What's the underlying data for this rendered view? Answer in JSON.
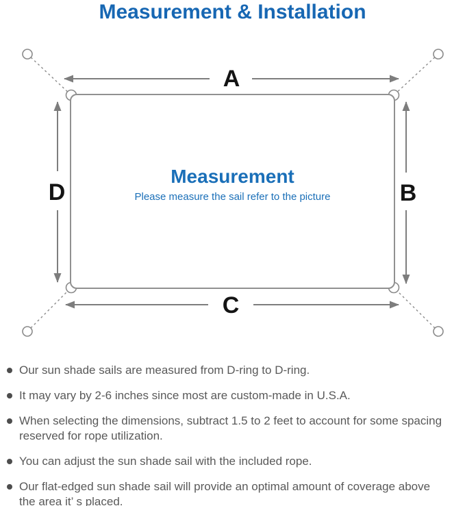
{
  "header": {
    "title": "Measurement & Installation"
  },
  "diagram": {
    "labels": {
      "top": "A",
      "right": "B",
      "bottom": "C",
      "left": "D"
    },
    "center_title": "Measurement",
    "center_subtitle": "Please measure the sail refer to the picture",
    "colors": {
      "accent_blue": "#1767b3",
      "center_blue": "#1a6fb8",
      "dimension_label": "#141414",
      "arrow_gray": "#7d7d7d",
      "sail_border_gray": "#909090"
    }
  },
  "notes": {
    "items": [
      {
        "text": "Our sun shade sails are measured from D-ring to D-ring."
      },
      {
        "text": "It may vary by 2-6 inches since most are custom-made in U.S.A."
      },
      {
        "text": "When selecting the dimensions, subtract 1.5 to 2 feet to account for some spacing\nreserved for rope utilization."
      },
      {
        "text": "You can adjust the sun shade sail with the included rope."
      },
      {
        "text": "Our flat-edged sun shade sail will provide an optimal amount of coverage above\nthe area it’ s placed."
      }
    ]
  }
}
